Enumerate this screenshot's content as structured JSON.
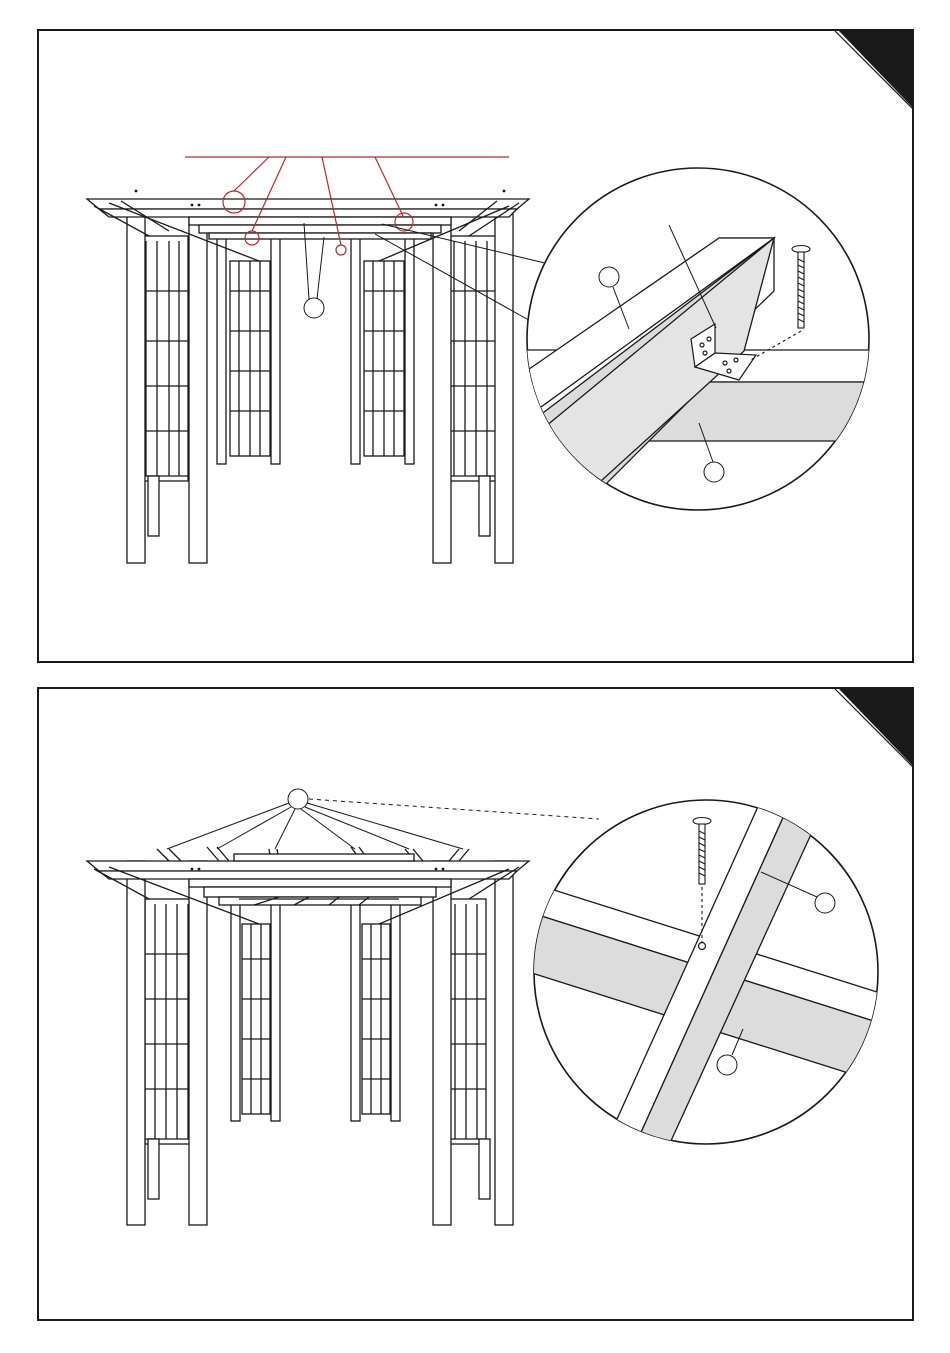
{
  "page": {
    "background": "#ffffff",
    "line_color": "#1a1a1a",
    "callout_color": "#c0272d",
    "shade_color": "#dcdcdc"
  },
  "panels": [
    {
      "name": "step-panel-upper",
      "step_number": "",
      "callouts": [
        {
          "part_label": ""
        },
        {
          "part_label": ""
        },
        {
          "part_label": ""
        }
      ],
      "detail": "bracket-and-screw-detail"
    },
    {
      "name": "step-panel-lower",
      "step_number": "",
      "callouts": [
        {
          "part_label": ""
        },
        {
          "part_label": ""
        },
        {
          "part_label": ""
        }
      ],
      "detail": "screw-through-crossbeam-detail"
    }
  ],
  "icons": [
    "screw-icon",
    "angle-bracket-icon",
    "corner-step-tab-icon"
  ]
}
